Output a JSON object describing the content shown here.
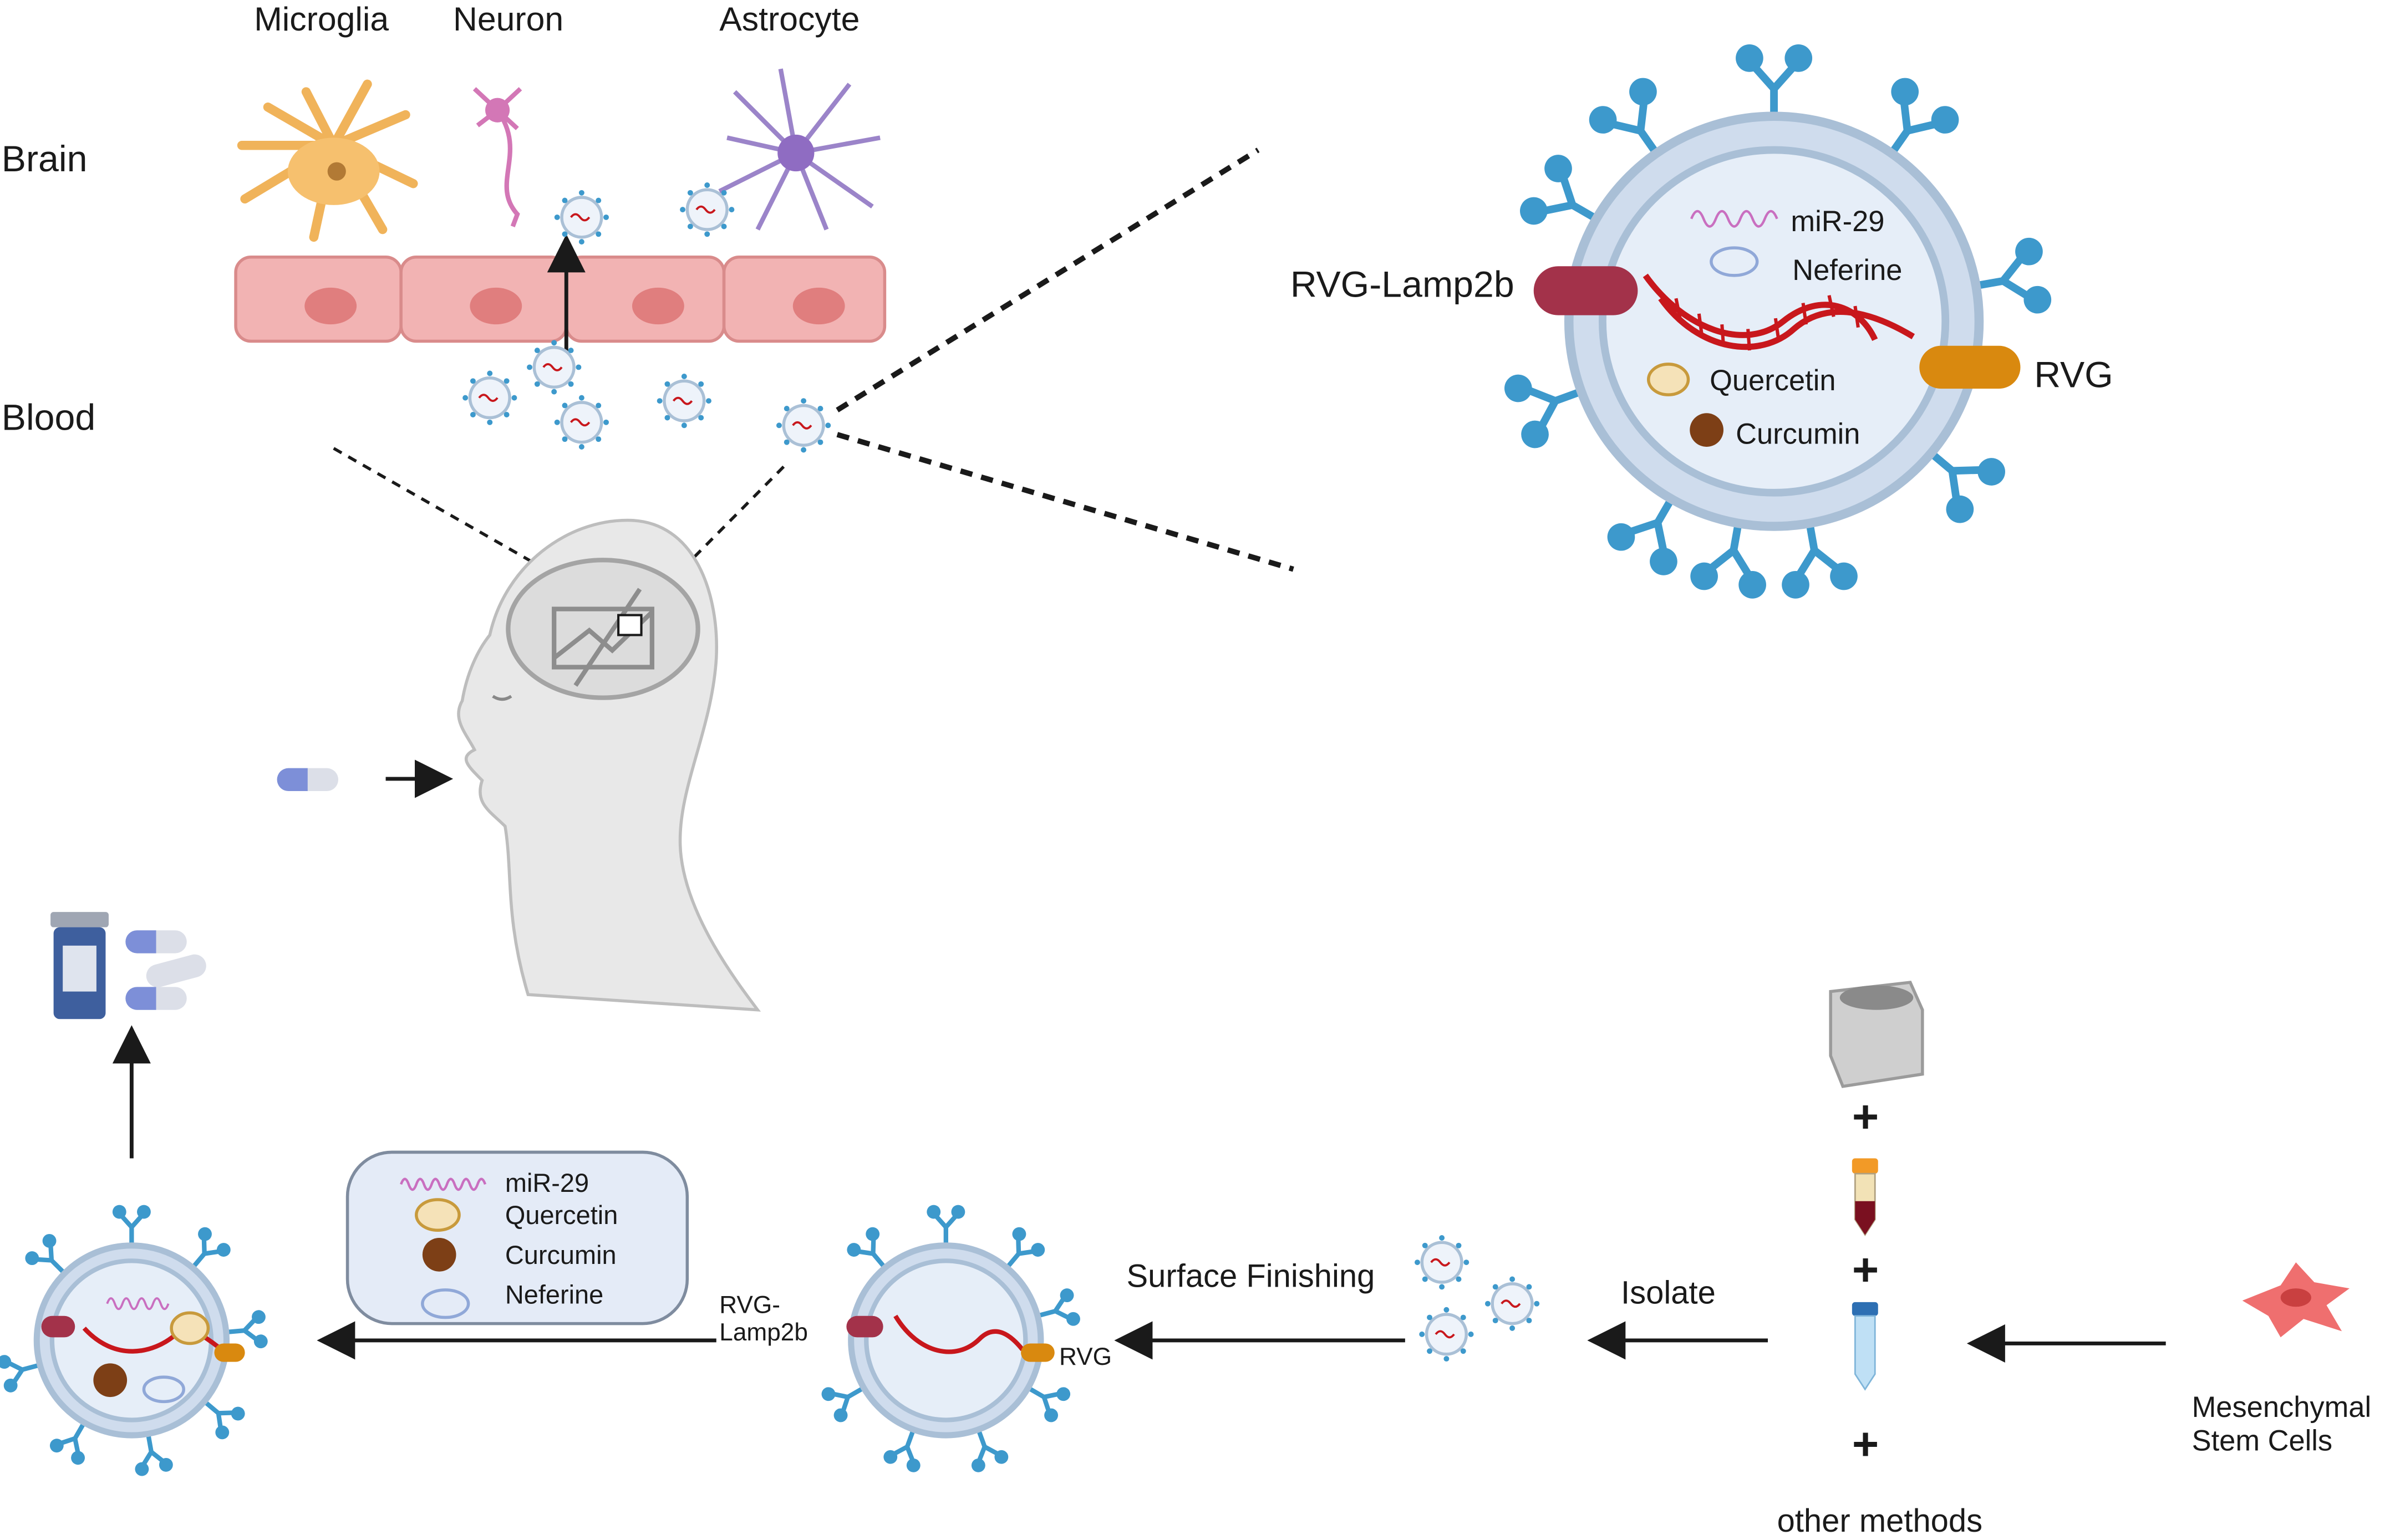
{
  "brain_panel": {
    "cell_labels": {
      "microglia": "Microglia",
      "neuron": "Neuron",
      "astrocyte": "Astrocyte"
    },
    "region_labels": {
      "brain": "Brain",
      "blood": "Blood"
    }
  },
  "zoom_exosome": {
    "labels": {
      "rvg_lamp2b": "RVG-Lamp2b",
      "rvg": "RVG",
      "mir29": "miR-29",
      "neferine": "Neferine",
      "quercetin": "Quercetin",
      "curcumin": "Curcumin"
    }
  },
  "legend": {
    "items": [
      {
        "label": "miR-29",
        "icon": "wavy-rna-icon"
      },
      {
        "label": "Quercetin",
        "icon": "yellow-oval-icon"
      },
      {
        "label": "Curcumin",
        "icon": "brown-circle-icon"
      },
      {
        "label": "Neferine",
        "icon": "blue-oval-icon"
      }
    ]
  },
  "process": {
    "rvg_lamp2b_label": "RVG-\nLamp2b",
    "rvg_label": "RVG",
    "surface_finishing": "Surface Finishing",
    "isolate": "Isolate",
    "other_methods": "other methods",
    "msc_label": "Mesenchymal\nStem Cells",
    "plus": "+"
  },
  "colors": {
    "membrane": "#a9bfd6",
    "membrane_fill": "#e6eef8",
    "receptor": "#3d99cc",
    "rna": "#c8171c",
    "rvg_lamp2b": "#a3324a",
    "rvg": "#d9890f",
    "endothelium": "#f2b3b3",
    "curcumin": "#7d3f16",
    "quercetin": "#f5e2b8",
    "msc": "#ef6f6f"
  }
}
